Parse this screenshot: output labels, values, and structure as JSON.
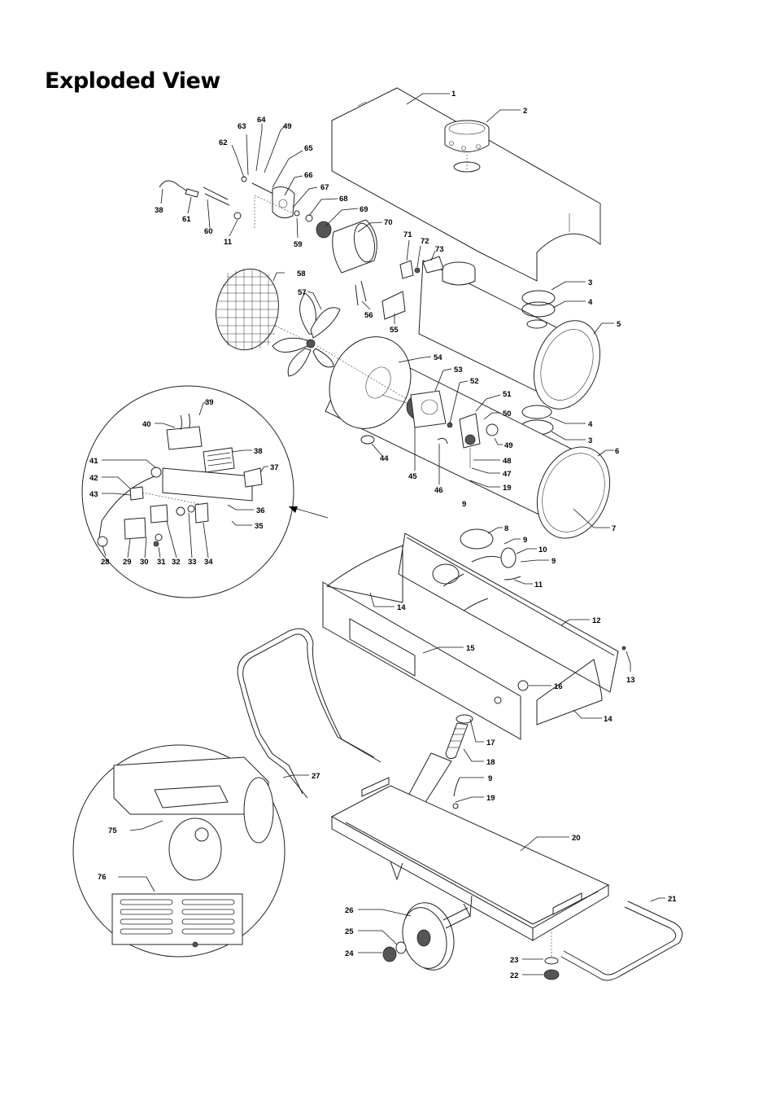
{
  "page": {
    "title": "Exploded View"
  },
  "callouts": [
    {
      "label": "1"
    },
    {
      "label": "2"
    },
    {
      "label": "3"
    },
    {
      "label": "4"
    },
    {
      "label": "5"
    },
    {
      "label": "4"
    },
    {
      "label": "3"
    },
    {
      "label": "6"
    },
    {
      "label": "7"
    },
    {
      "label": "8"
    },
    {
      "label": "9"
    },
    {
      "label": "10"
    },
    {
      "label": "9"
    },
    {
      "label": "11"
    },
    {
      "label": "12"
    },
    {
      "label": "13"
    },
    {
      "label": "14"
    },
    {
      "label": "14"
    },
    {
      "label": "15"
    },
    {
      "label": "16"
    },
    {
      "label": "17"
    },
    {
      "label": "18"
    },
    {
      "label": "9"
    },
    {
      "label": "19"
    },
    {
      "label": "20"
    },
    {
      "label": "21"
    },
    {
      "label": "22"
    },
    {
      "label": "23"
    },
    {
      "label": "24"
    },
    {
      "label": "25"
    },
    {
      "label": "26"
    },
    {
      "label": "27"
    },
    {
      "label": "28"
    },
    {
      "label": "29"
    },
    {
      "label": "30"
    },
    {
      "label": "31"
    },
    {
      "label": "32"
    },
    {
      "label": "33"
    },
    {
      "label": "34"
    },
    {
      "label": "35"
    },
    {
      "label": "36"
    },
    {
      "label": "37"
    },
    {
      "label": "38"
    },
    {
      "label": "39"
    },
    {
      "label": "40"
    },
    {
      "label": "41"
    },
    {
      "label": "42"
    },
    {
      "label": "43"
    },
    {
      "label": "44"
    },
    {
      "label": "45"
    },
    {
      "label": "46"
    },
    {
      "label": "47"
    },
    {
      "label": "48"
    },
    {
      "label": "49"
    },
    {
      "label": "50"
    },
    {
      "label": "51"
    },
    {
      "label": "52"
    },
    {
      "label": "53"
    },
    {
      "label": "54"
    },
    {
      "label": "55"
    },
    {
      "label": "56"
    },
    {
      "label": "57"
    },
    {
      "label": "58"
    },
    {
      "label": "9"
    },
    {
      "label": "19"
    },
    {
      "label": "38"
    },
    {
      "label": "61"
    },
    {
      "label": "60"
    },
    {
      "label": "11"
    },
    {
      "label": "62"
    },
    {
      "label": "63"
    },
    {
      "label": "64"
    },
    {
      "label": "49"
    },
    {
      "label": "65"
    },
    {
      "label": "66"
    },
    {
      "label": "67"
    },
    {
      "label": "68"
    },
    {
      "label": "69"
    },
    {
      "label": "70"
    },
    {
      "label": "59"
    },
    {
      "label": "71"
    },
    {
      "label": "72"
    },
    {
      "label": "73"
    },
    {
      "label": "75"
    },
    {
      "label": "76"
    }
  ]
}
